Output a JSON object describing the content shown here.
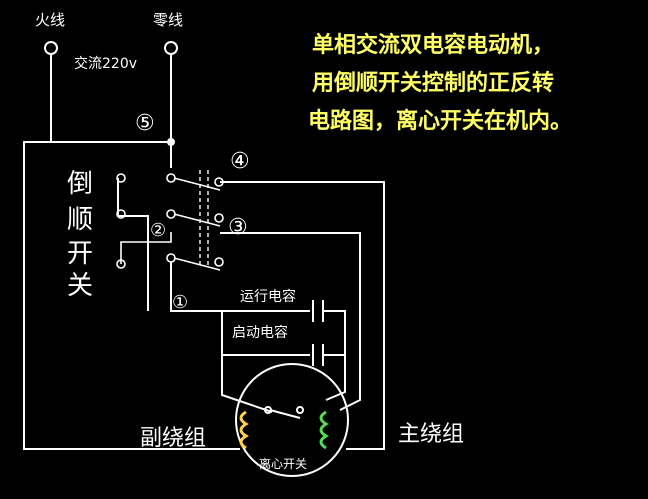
{
  "labels": {
    "live_wire": "火线",
    "neutral_wire": "零线",
    "supply": "交流220v",
    "title_line1": "单相交流双电容电动机，",
    "title_line2": "用倒顺开关控制的正反转",
    "title_line3": "电路图，离心开关在机内。",
    "switch_char1": "倒",
    "switch_char2": "顺",
    "switch_char3": "开",
    "switch_char4": "关",
    "run_capacitor": "运行电容",
    "start_capacitor": "启动电容",
    "aux_winding": "副绕组",
    "main_winding": "主绕组",
    "centrifugal_switch": "离心开关"
  },
  "markers": {
    "m1": "①",
    "m2": "②",
    "m3": "③",
    "m4": "④",
    "m5": "⑤"
  },
  "colors": {
    "background": "#000000",
    "wire": "#ffffff",
    "title": "#ffff66",
    "coil": "#ffd24d",
    "coil_main": "#55dd55",
    "dash": "#ffffff"
  }
}
